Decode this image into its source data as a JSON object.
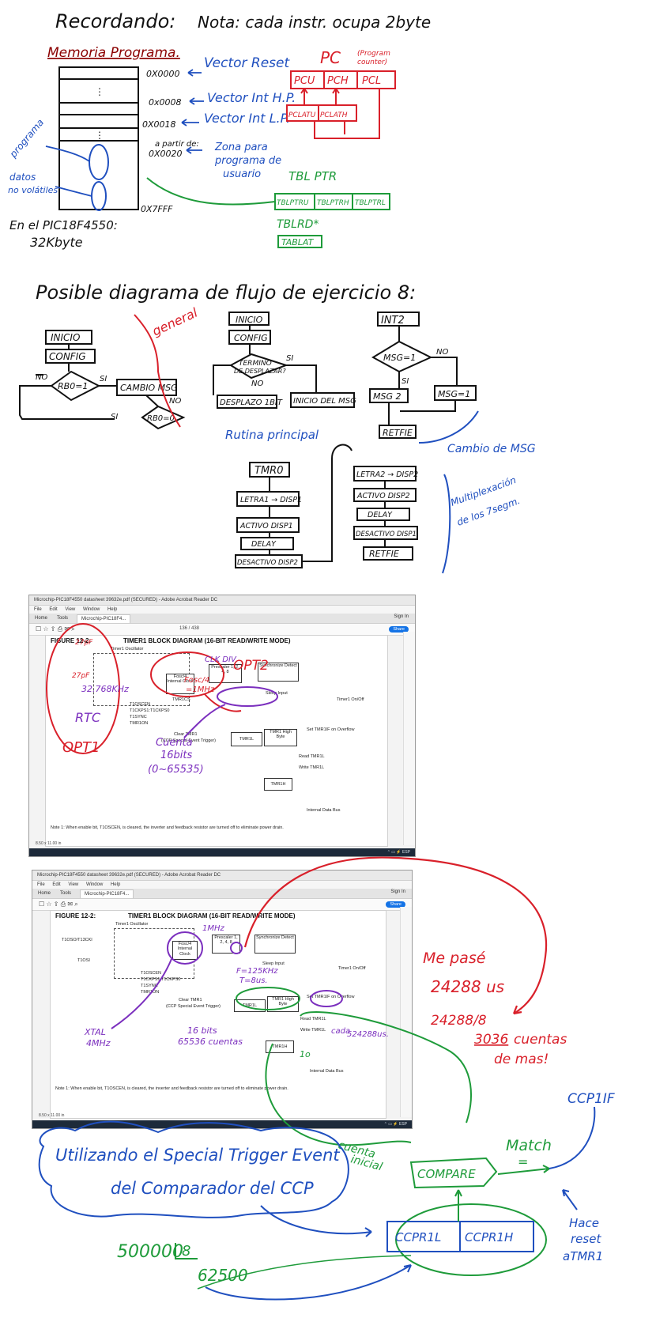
{
  "page1": {
    "recordando": "Recordando:",
    "nota": "Nota: cada instr. ocupa 2byte",
    "memoria": "Memoria Programa.",
    "addr_0000": "0X0000",
    "addr_0008": "0x0008",
    "addr_0018": "0X0018",
    "a_partir": "a partir de:",
    "addr_0020": "0X0020",
    "addr_7fff": "0X7FFF",
    "vector_reset": "Vector Reset",
    "vector_hp": "Vector Int H.P.",
    "vector_lp": "Vector Int L.P.",
    "zona_1": "Zona para",
    "zona_2": "programa de",
    "zona_3": "usuario",
    "programa": "programa",
    "datos_1": "datos",
    "datos_2": "no volátiles",
    "pic_1": "En el PIC18F4550:",
    "pic_2": "32Kbyte",
    "pc": "PC",
    "pc_note_1": "(Program",
    "pc_note_2": "counter)",
    "pcu": "PCU",
    "pch": "PCH",
    "pcl": "PCL",
    "pclatu": "PCLATU",
    "pclath": "PCLATH",
    "tbl_ptr": "TBL PTR",
    "tblptru": "TBLPTRU",
    "tblptrh": "TBLPTRH",
    "tblptrl": "TBLPTRL",
    "tblrd": "TBLRD*",
    "tablat": "TABLAT"
  },
  "page2": {
    "heading": "Posible diagrama de flujo de ejercicio 8:",
    "general": "general",
    "inicio": "INICIO",
    "config": "CONFIG",
    "rb0": "RB0=1",
    "no": "NO",
    "si": "SI",
    "cambio_msg": "CAMBIO MSG",
    "rb0_0": "RB0=0",
    "termino_1": "TERMINO",
    "termino_2": "DE DESPLAZAR?",
    "desplazo": "DESPLAZO 1BIT",
    "inicio_msg": "INICIO DEL MSG",
    "rutina": "Rutina principal",
    "int2": "INT2",
    "msg1": "MSG=1",
    "msg2": "MSG 2",
    "msg_eq1": "MSG=1",
    "retfie": "RETFIE",
    "cambio_de_msg": "Cambio de MSG",
    "tmr0": "TMR0",
    "letra1": "LETRA1 → DISP1",
    "activo1": "ACTIVO DISP1",
    "delay": "DELAY",
    "desactivo2": "DESACTIVO DISP2",
    "letra2": "LETRA2 → DISP2",
    "activo2": "ACTIVO DISP2",
    "desactivo1": "DESACTIVO DISP1",
    "multi_1": "Multiplexación",
    "multi_2": "de los 7segm."
  },
  "shot1": {
    "window_title": "Microchip-PIC18F4550 datasheet 39632e.pdf (SECURED) - Adobe Acrobat Reader DC",
    "menu": [
      "File",
      "Edit",
      "View",
      "Window",
      "Help"
    ],
    "tabs": [
      "Home",
      "Tools",
      "Microchip-PIC18F4..."
    ],
    "sign_in": "Sign In",
    "share": "Share",
    "page_num": "136 / 438",
    "zoom": "8.50 x 11.00 in",
    "figure_title": "FIGURE 12-2:",
    "figure_caption": "TIMER1 BLOCK DIAGRAM (16-BIT READ/WRITE MODE)",
    "timer1_osc": "Timer1 Oscillator",
    "fosc_clock": "Fosc/4 Internal Clock",
    "prescaler": "Prescaler 1, 2, 4, 8",
    "synchronize": "Synchronize Detect",
    "sleep_input": "Sleep Input",
    "timer1_onoff": "Timer1 On/Off",
    "t1oscen": "T1OSCEN",
    "t1ckps": "T1CKPS1:T1CKPS0",
    "t1sync": "T1SYNC",
    "tmr1on": "TMR1ON",
    "tmr1cs": "TMR1CS",
    "clear_tmr1": "Clear TMR1",
    "ccp_trigger": "(CCP Special Event Trigger)",
    "tmr1l": "TMR1L",
    "tmr1_high": "TMR1 High Byte",
    "set_flag": "Set TMR1IF on Overflow",
    "read_tmr1l": "Read TMR1L",
    "write_tmr1l": "Write TMR1L",
    "tmr1h": "TMR1H",
    "internal_bus": "Internal Data Bus",
    "note": "Note 1: When enable bit, T1OSCEN, is cleared, the inverter and feedback resistor are turned off to eliminate power drain.",
    "ann_27pf_a": "27pF",
    "ann_27pf_b": "27pF",
    "ann_32k": "32.768KHz",
    "ann_rtc": "RTC",
    "ann_opt1": "OPT1",
    "ann_clkdiv": "CLK DIV",
    "ann_fosc4": "Fosc/4",
    "ann_1mhz": "=1MHz",
    "ann_opt2": "OPT2",
    "ann_cuenta": "Cuenta",
    "ann_16bits": "16bits",
    "ann_range": "(0~65535)"
  },
  "shot2": {
    "window_title": "Microchip-PIC18F4550 datasheet 39632e.pdf (SECURED) - Adobe Acrobat Reader DC",
    "menu": [
      "File",
      "Edit",
      "View",
      "Window",
      "Help"
    ],
    "tabs": [
      "Home",
      "Tools",
      "Microchip-PIC18F4..."
    ],
    "sign_in": "Sign In",
    "share": "Share",
    "zoom": "8.50 x 11.00 in",
    "figure_title": "FIGURE 12-2:",
    "figure_caption": "TIMER1 BLOCK DIAGRAM (16-BIT READ/WRITE MODE)",
    "timer1_osc": "Timer1 Oscillator",
    "t1oso": "T1OSO/T13CKI",
    "t1osi": "T1OSI",
    "ann_1mhz": "1MHz",
    "ann_f": "F=125KHz",
    "ann_t": "T=8us.",
    "ann_xtal_1": "XTAL",
    "ann_xtal_2": "4MHz",
    "ann_16bits": "16 bits",
    "ann_65536": "65536 cuentas",
    "ann_cada": "cada",
    "ann_524": "524288us.",
    "ann_1o": "1o",
    "note": "Note 1: When enable bit, T1OSCEN, is cleared, the inverter and feedback resistor are turned off to eliminate power drain."
  },
  "page3": {
    "me_pase": "Me pasé",
    "us_24288": "24288 us",
    "div_24288": "24288/8",
    "cuentas_3036": "3036",
    "cuentas_txt": "cuentas",
    "de_mas": "de mas!",
    "ccp1if": "CCP1IF",
    "match": "Match",
    "match_eq": "=",
    "compare": "COMPARE",
    "cuenta_1": "cuenta",
    "cuenta_2": "inicial",
    "ccpr1l": "CCPR1L",
    "ccpr1h": "CCPR1H",
    "nace_1": "Hace",
    "nace_2": "reset",
    "nace_3": "aTMR1",
    "special_1": "Utilizando el Special Trigger Event",
    "special_2": "del Comparador del CCP",
    "calc_1": "500000",
    "calc_2": "8",
    "calc_3": "62500"
  }
}
